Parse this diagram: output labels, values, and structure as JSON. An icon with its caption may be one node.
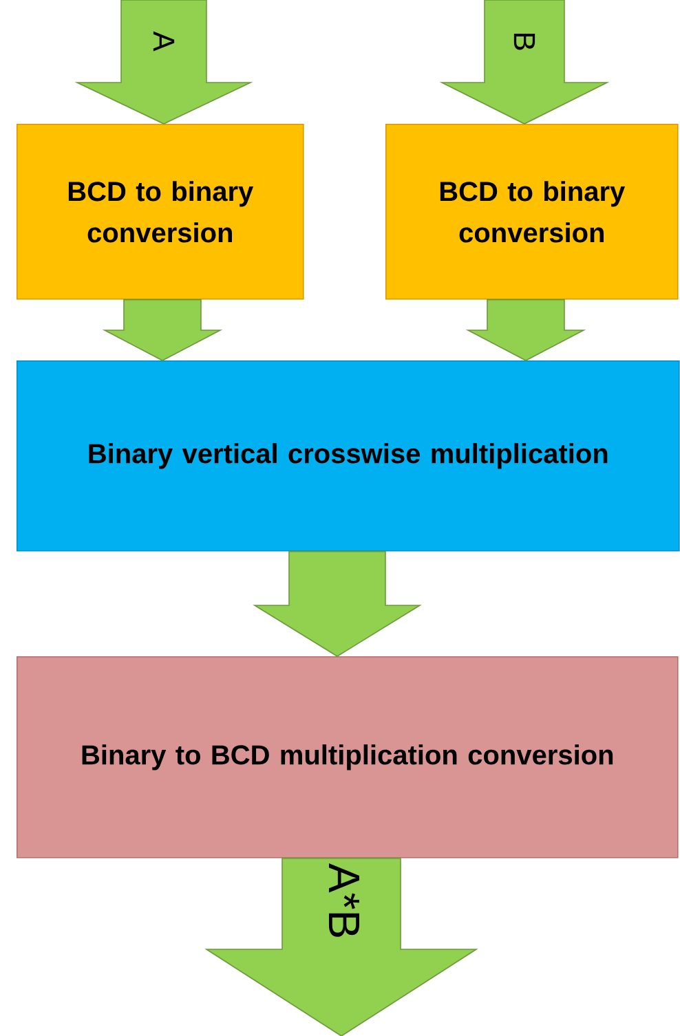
{
  "diagram": {
    "nodes": [
      {
        "text": [
          "BCD to binary conversion"
        ]
      },
      {
        "text": [
          "BCD to binary conversion"
        ]
      },
      {
        "text": [
          "Binary vertical crosswise multiplication"
        ]
      },
      {
        "text": [
          "Binary to BCD multiplication conversion"
        ]
      }
    ],
    "edges": [
      {
        "from": null,
        "to": 0,
        "arrow": "to",
        "label": "A"
      },
      {
        "from": null,
        "to": 1,
        "arrow": "to",
        "label": "B"
      },
      {
        "from": 0,
        "to": 2,
        "arrow": "to"
      },
      {
        "from": 1,
        "to": 2,
        "arrow": "to"
      },
      {
        "from": 2,
        "to": 3,
        "arrow": "to"
      },
      {
        "from": 3,
        "to": null,
        "arrow": "to",
        "label": "A*B"
      }
    ]
  }
}
